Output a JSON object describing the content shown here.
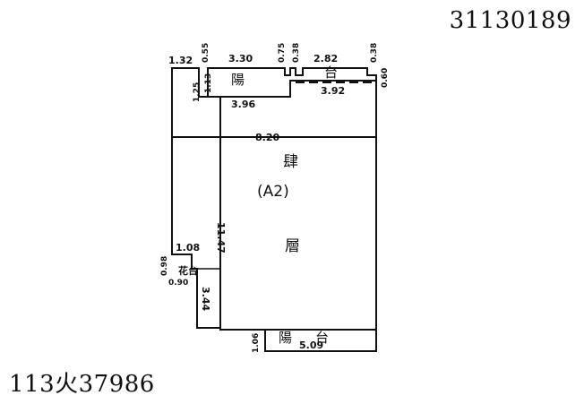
{
  "header": {
    "doc_number": "31130189"
  },
  "footer": {
    "case_number": "113火37986"
  },
  "plan": {
    "unit_label": "(A2)",
    "floor_chars": [
      "肆",
      "層"
    ],
    "balcony_top": [
      "陽",
      "台"
    ],
    "balcony_bottom": [
      "陽",
      "台"
    ],
    "side_room": "花台",
    "dimensions": {
      "d_1_32": "1.32",
      "d_0_55": "0.55",
      "d_3_30": "3.30",
      "d_0_75": "0.75",
      "d_0_38a": "0.38",
      "d_2_82": "2.82",
      "d_0_38b": "0.38",
      "d_0_60": "0.60",
      "d_1_25": "1.25",
      "d_1_13": "1.13",
      "d_3_92": "3.92",
      "d_3_96": "3.96",
      "d_8_20": "8.20",
      "d_11_47": "11.47",
      "d_1_08": "1.08",
      "d_0_98": "0.98",
      "d_0_90": "0.90",
      "d_3_44": "3.44",
      "d_1_06": "1.06",
      "d_5_09": "5.09"
    }
  }
}
